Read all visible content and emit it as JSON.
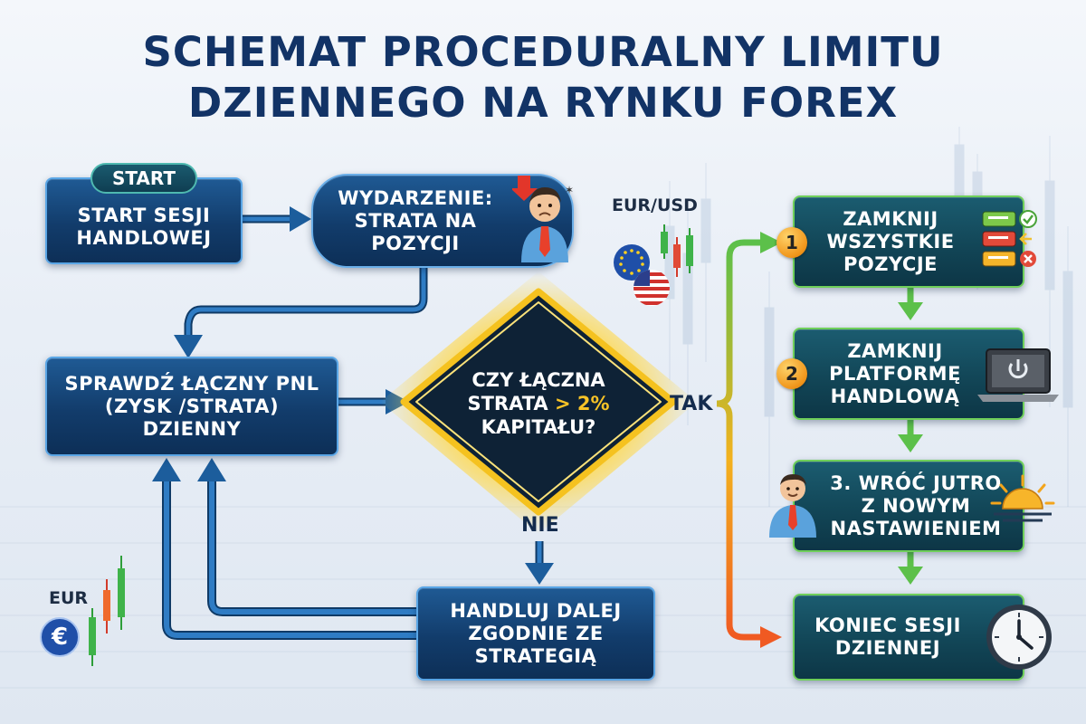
{
  "title": {
    "line1": "SCHEMAT PROCEDURALNY LIMITU",
    "line2": "DZIENNEGO NA RYNKU FOREX"
  },
  "nodes": {
    "start_tag": "START",
    "start": "START SESJI\nHANDLOWEJ",
    "event": "WYDARZENIE:\nSTRATA NA\nPOZYCJI",
    "check": "SPRAWDŹ ŁĄCZNY PNL\n(ZYSK /STRATA)\nDZIENNY",
    "decision": {
      "line1": "CZY ŁĄCZNA",
      "line2_prefix": "STRATA ",
      "line2_highlight": "> 2%",
      "line3": "KAPITAŁU?"
    },
    "continue": "HANDLUJ DALEJ\nZGODNIE ZE\nSTRATEGIĄ",
    "step1": "ZAMKNIJ\nWSZYSTKIE\nPOZYCJE",
    "step2": "ZAMKNIJ\nPLATFORMĘ\nHANDLOWĄ",
    "step3": "3. WRÓĆ JUTRO\nZ NOWYM\nNASTAWIENIEM",
    "end": "KONIEC SESJI\nDZIENNEJ"
  },
  "branch_labels": {
    "yes": "TAK",
    "no": "NIE"
  },
  "step_numbers": {
    "one": "1",
    "two": "2"
  },
  "currency_labels": {
    "pair": "EUR/USD",
    "eur": "EUR",
    "euro_symbol": "€"
  },
  "colors": {
    "title": "#123366",
    "box_blue": "#1f5a94",
    "box_green_border": "#6fcf5a",
    "arrow_blue": "#1c5d9c",
    "arrow_green": "#5cc04a",
    "highlight": "#f7c327",
    "badge_orange": "#f0951a"
  }
}
